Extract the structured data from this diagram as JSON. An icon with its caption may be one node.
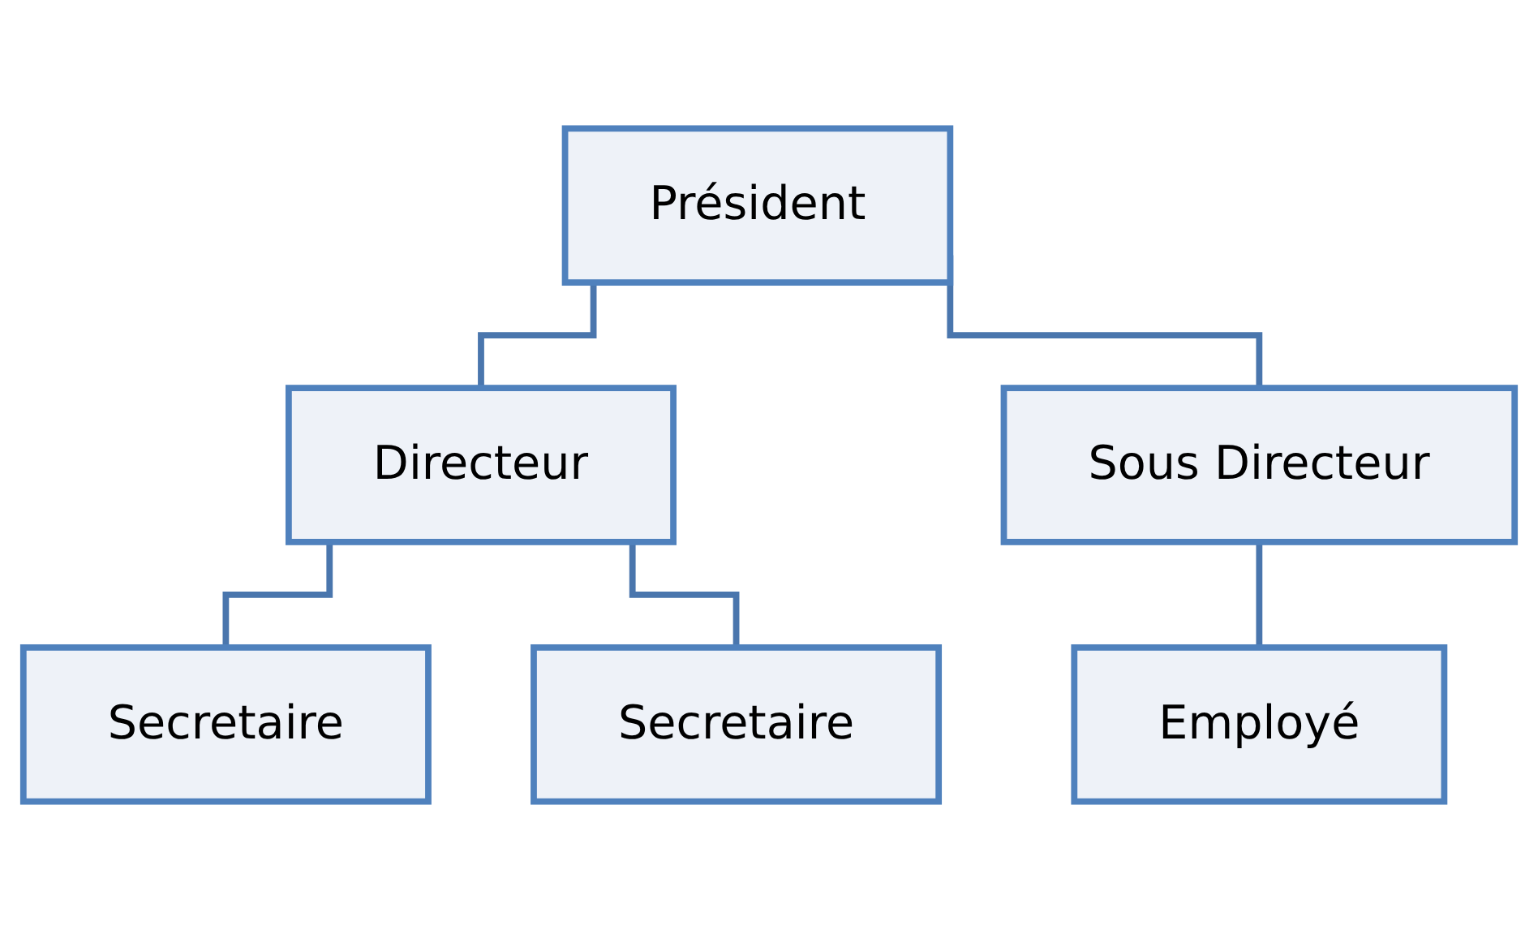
{
  "diagram": {
    "nodes": [
      {
        "text": [
          "Président"
        ]
      },
      {
        "text": [
          "Directeur"
        ]
      },
      {
        "text": [
          "Sous Directeur"
        ]
      },
      {
        "text": [
          "Secretaire"
        ]
      },
      {
        "text": [
          "Secretaire"
        ]
      },
      {
        "text": [
          "Employé"
        ]
      }
    ],
    "edges": [
      {
        "from": 0,
        "to": 1,
        "arrow": "none"
      },
      {
        "from": 0,
        "to": 2,
        "arrow": "none"
      },
      {
        "from": 1,
        "to": 3,
        "arrow": "none"
      },
      {
        "from": 1,
        "to": 4,
        "arrow": "none"
      },
      {
        "from": 2,
        "to": 5,
        "arrow": "none"
      }
    ]
  }
}
